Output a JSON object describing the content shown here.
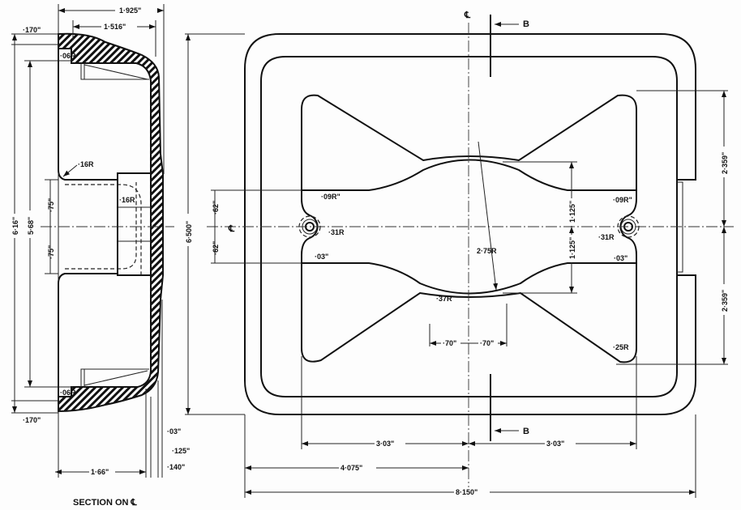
{
  "drawing": {
    "section_title": "SECTION ON ℄",
    "centerline_symbol": "℄",
    "section_marker": "B",
    "section_view": {
      "dims": {
        "overall_depth": "1·925\"",
        "inner_depth": "1·516\"",
        "flange_top": "·170\"",
        "flange_bottom": "·170\"",
        "fillet_top": "·06R",
        "fillet_bottom": "·06R",
        "overall_height": "6·16\"",
        "inner_height": "5·68\"",
        "boss_upper": "·75\"",
        "boss_lower": "·75\"",
        "radius_a": "·16R",
        "radius_b": "·16R",
        "wall_a": "·03\"",
        "wall_b": "·125\"",
        "wall_c": "·140\"",
        "base_depth": "1·66\""
      }
    },
    "plan_view": {
      "dims": {
        "height": "6·500\"",
        "width": "8·150\"",
        "half_width": "4·075\"",
        "left_span": "3·03\"",
        "right_span": "3·03\"",
        "upper_half": "2·359\"",
        "lower_half": "2·359\"",
        "lens_upper": "1·125\"",
        "lens_lower": "1·125\"",
        "slot_upper": "·62\"",
        "slot_lower": "·62\"",
        "lens_radius": "2·75R",
        "notch_radius_left": "·09R\"",
        "notch_radius_right": "·09R\"",
        "boss_radius_left": "·31R",
        "boss_radius_right": "·31R",
        "offset_left": "·03\"",
        "offset_right": "·03\"",
        "wing_radius": "·37R",
        "corner_radius": "·25R",
        "pitch_left": "·70\"",
        "pitch_right": "·70\""
      }
    }
  }
}
